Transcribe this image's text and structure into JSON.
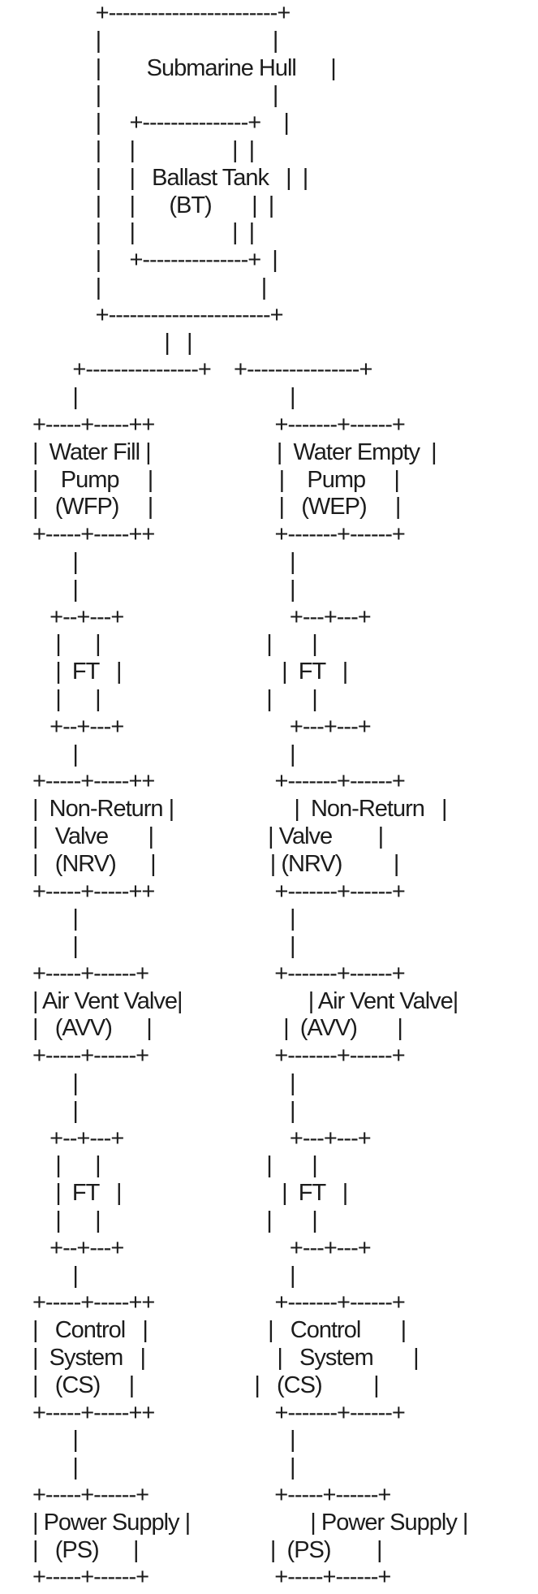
{
  "page": {
    "background_color": "#ffffff",
    "text_color": "#1c1c1c"
  },
  "diagram": {
    "kind": "ascii-block-diagram",
    "components": [
      {
        "label": "Submarine Hull"
      },
      {
        "label": "Ballast Tank",
        "abbr": "(BT)"
      },
      {
        "label": "Water Fill Pump",
        "abbr": "(WFP)"
      },
      {
        "label": "Water Empty Pump",
        "abbr": "(WEP)"
      },
      {
        "label": "FT"
      },
      {
        "label": "Non-Return Valve",
        "abbr": "(NRV)"
      },
      {
        "label": "Air Vent Valve",
        "abbr": "(AVV)"
      },
      {
        "label": "FT"
      },
      {
        "label": "Control System",
        "abbr": "(CS)"
      },
      {
        "label": "Power Supply",
        "abbr": "(PS)"
      }
    ],
    "lines": [
      "           +------------------------+",
      "           |                              |",
      "           |        Submarine Hull      |",
      "           |                              |",
      "           |     +---------------+    |",
      "           |     |                 |  |",
      "           |     |   Ballast Tank   |  |",
      "           |     |      (BT)       |  |",
      "           |     |                 |  |",
      "           |     +---------------+  |",
      "           |                            |",
      "           +-----------------------+",
      "                       |   |",
      "       +----------------+    +----------------+",
      "       |                                     |",
      "+-----+-----++                     +-------+------+",
      "|  Water Fill |                      |  Water Empty  |",
      "|    Pump     |                      |    Pump     |",
      "|   (WFP)     |                      |   (WEP)     |",
      "+-----+-----++                     +-------+------+",
      "       |                                     |",
      "       |                                     |",
      "   +--+---+                             +---+---+",
      "    |      |                             |       |",
      "    |  FT   |                            |  FT   |",
      "    |      |                             |       |",
      "   +--+---+                             +---+---+",
      "       |                                     |",
      "+-----+-----++                     +-------+------+",
      "|  Non-Return |                     |  Non-Return   |",
      "|   Valve       |                    | Valve        |",
      "|   (NRV)      |                    | (NRV)         |",
      "+-----+-----++                     +-------+------+",
      "       |                                     |",
      "       |                                     |",
      "+-----+------+                      +-------+------+",
      "| Air Vent Valve|                      | Air Vent Valve|",
      "|   (AVV)      |                       |  (AVV)       |",
      "+-----+------+                      +-------+------+",
      "       |                                     |",
      "       |                                     |",
      "   +--+---+                             +---+---+",
      "    |      |                             |       |",
      "    |  FT   |                            |  FT   |",
      "    |      |                             |       |",
      "   +--+---+                             +---+---+",
      "       |                                     |",
      "+-----+-----++                     +-------+------+",
      "|   Control   |                     |   Control       |",
      "|  System   |                       |   System       |",
      "|   (CS)     |                     |   (CS)         |",
      "+-----+-----++                     +-------+------+",
      "       |                                     |",
      "       |                                     |",
      "+-----+------+                      +-----+------+",
      "| Power Supply |                     | Power Supply |",
      "|   (PS)      |                       |  (PS)        |",
      "+-----+------+                      +-----+------+"
    ]
  }
}
